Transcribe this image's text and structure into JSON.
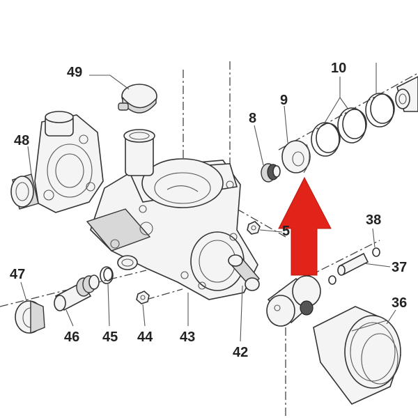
{
  "labels": {
    "p49": "49",
    "p48": "48",
    "p10": "10",
    "p9": "9",
    "p8": "8",
    "p5": "5",
    "p38": "38",
    "p37": "37",
    "p36": "36",
    "p47": "47",
    "p46": "46",
    "p45": "45",
    "p44": "44",
    "p43": "43",
    "p42": "42"
  },
  "colors": {
    "arrow": "#e2231a",
    "linework": "#333333"
  }
}
